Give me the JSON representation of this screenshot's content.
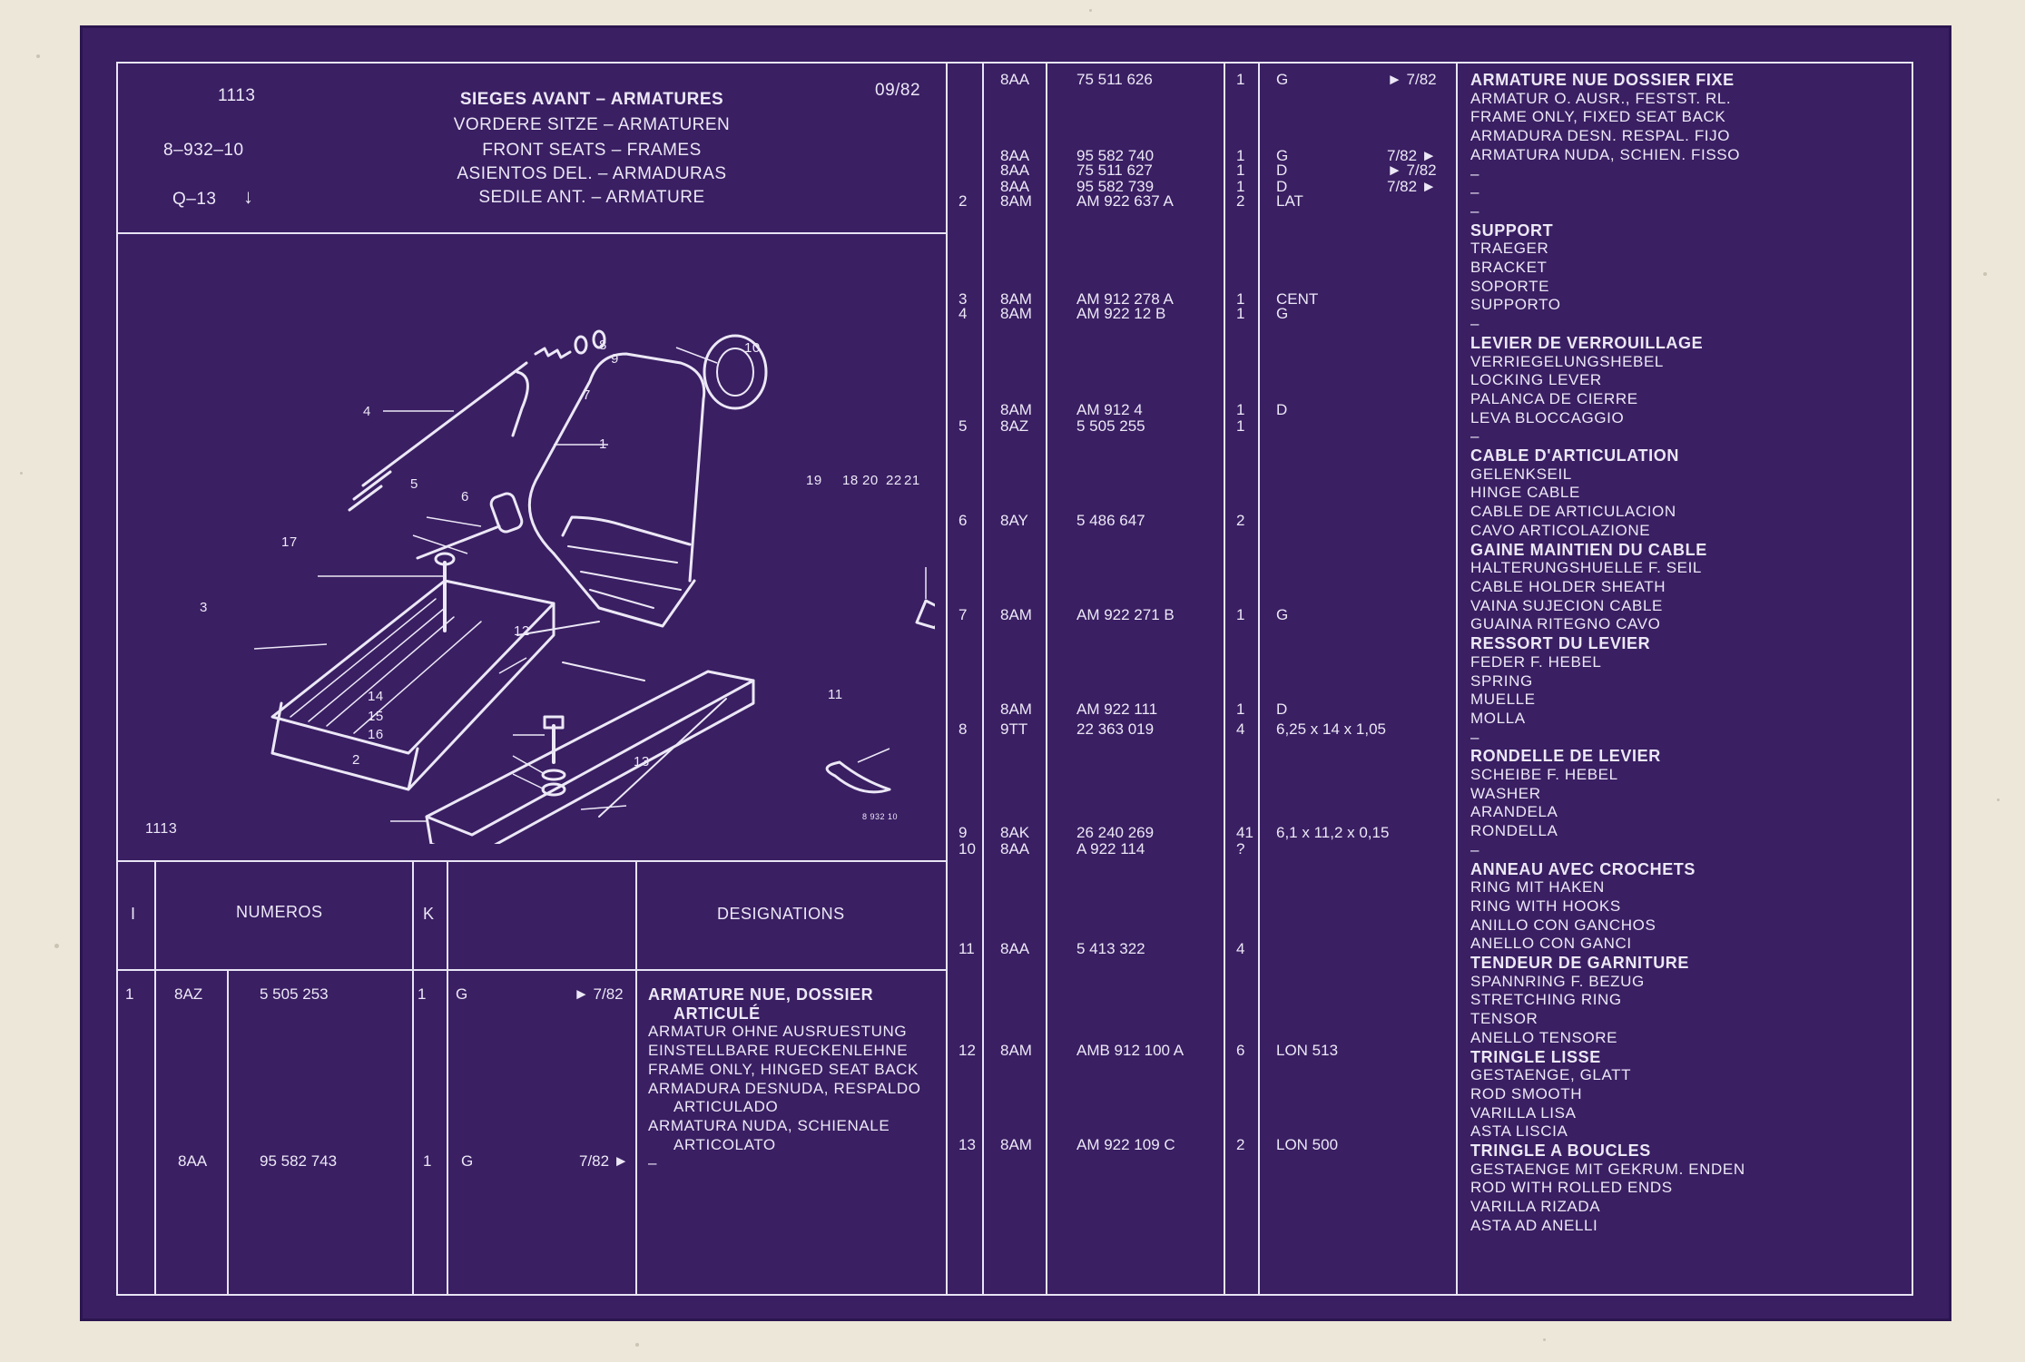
{
  "header": {
    "page": "1113",
    "ref": "8–932–10",
    "code": "Q–13",
    "code_arrow": "↓",
    "date": "09/82",
    "titles": [
      "SIEGES AVANT – ARMATURES",
      "VORDERE SITZE – ARMATUREN",
      "FRONT SEATS – FRAMES",
      "ASIENTOS DEL. – ARMADURAS",
      "SEDILE ANT. – ARMATURE"
    ]
  },
  "figure": {
    "page_label": "1113",
    "drawing_ref": "8 932 10",
    "callouts": [
      "1",
      "2",
      "3",
      "4",
      "5",
      "6",
      "7",
      "8",
      "9",
      "10",
      "11",
      "12",
      "13",
      "14",
      "15",
      "16",
      "17",
      "18",
      "19",
      "20",
      "21",
      "22"
    ]
  },
  "table_header": {
    "i": "I",
    "numeros": "NUMEROS",
    "k": "K",
    "designations": "DESIGNATIONS"
  },
  "left_rows": [
    {
      "i": "1",
      "prefix": "8AZ",
      "number": "5 505 253",
      "k": "1",
      "var": "G",
      "date": "► 7/82"
    },
    {
      "i": "",
      "prefix": "8AA",
      "number": "95 582 743",
      "k": "1",
      "var": "G",
      "date": "7/82 ►"
    }
  ],
  "left_desc": {
    "title1": "ARMATURE NUE, DOSSIER",
    "title2": "ARTICULÉ",
    "lines": [
      "ARMATUR OHNE AUSRUESTUNG",
      "EINSTELLBARE RUECKENLEHNE",
      "FRAME ONLY, HINGED SEAT BACK",
      "ARMADURA DESNUDA, RESPALDO",
      "ARTICULADO",
      "ARMATURA NUDA, SCHIENALE",
      "ARTICOLATO"
    ],
    "dash": "–"
  },
  "right_rows": [
    {
      "i": "",
      "prefix": "8AA",
      "number": "75 511 626",
      "k": "1",
      "var": "G",
      "date": "► 7/82"
    },
    {
      "i": "",
      "prefix": "8AA",
      "number": "95 582 740",
      "k": "1",
      "var": "G",
      "date": "7/82 ►"
    },
    {
      "i": "",
      "prefix": "8AA",
      "number": "75 511 627",
      "k": "1",
      "var": "D",
      "date": "► 7/82"
    },
    {
      "i": "",
      "prefix": "8AA",
      "number": "95 582 739",
      "k": "1",
      "var": "D",
      "date": "7/82 ►"
    },
    {
      "i": "2",
      "prefix": "8AM",
      "number": "AM 922 637 A",
      "k": "2",
      "var": "LAT",
      "date": ""
    },
    {
      "i": "3",
      "prefix": "8AM",
      "number": "AM 912 278 A",
      "k": "1",
      "var": "CENT",
      "date": ""
    },
    {
      "i": "4",
      "prefix": "8AM",
      "number": "AM 922    12 B",
      "k": "1",
      "var": "G",
      "date": ""
    },
    {
      "i": "",
      "prefix": "8AM",
      "number": "AM 912     4",
      "k": "1",
      "var": "D",
      "date": ""
    },
    {
      "i": "5",
      "prefix": "8AZ",
      "number": "5 505 255",
      "k": "1",
      "var": "",
      "date": ""
    },
    {
      "i": "6",
      "prefix": "8AY",
      "number": "5 486 647",
      "k": "2",
      "var": "",
      "date": ""
    },
    {
      "i": "7",
      "prefix": "8AM",
      "number": "AM 922 271 B",
      "k": "1",
      "var": "G",
      "date": ""
    },
    {
      "i": "",
      "prefix": "8AM",
      "number": "AM 922 111",
      "k": "1",
      "var": "D",
      "date": ""
    },
    {
      "i": "8",
      "prefix": "9TT",
      "number": "22 363 019",
      "k": "4",
      "var": "6,25 x 14 x 1,05",
      "date": ""
    },
    {
      "i": "9",
      "prefix": "8AK",
      "number": "26 240 269",
      "k": "41",
      "var": "6,1 x 11,2 x 0,15",
      "date": ""
    },
    {
      "i": "10",
      "prefix": "8AA",
      "number": "A 922 114",
      "k": "?",
      "var": "",
      "date": ""
    },
    {
      "i": "11",
      "prefix": "8AA",
      "number": "5 413 322",
      "k": "4",
      "var": "",
      "date": ""
    },
    {
      "i": "12",
      "prefix": "8AM",
      "number": "AMB 912 100 A",
      "k": "6",
      "var": "LON 513",
      "date": ""
    },
    {
      "i": "13",
      "prefix": "8AM",
      "number": "AM 922 109 C",
      "k": "2",
      "var": "LON 500",
      "date": ""
    }
  ],
  "right_desc": [
    {
      "b": "ARMATURE NUE DOSSIER FIXE"
    },
    {
      "t": "ARMATUR O. AUSR., FESTST. RL."
    },
    {
      "t": "FRAME ONLY, FIXED SEAT BACK"
    },
    {
      "t": "ARMADURA DESN. RESPAL. FIJO"
    },
    {
      "t": "ARMATURA NUDA, SCHIEN. FISSO"
    },
    {
      "t": "–"
    },
    {
      "t": "–"
    },
    {
      "t": "–"
    },
    {
      "b": "SUPPORT"
    },
    {
      "t": "TRAEGER"
    },
    {
      "t": "BRACKET"
    },
    {
      "t": "SOPORTE"
    },
    {
      "t": "SUPPORTO"
    },
    {
      "t": "–"
    },
    {
      "b": "LEVIER DE VERROUILLAGE"
    },
    {
      "t": "VERRIEGELUNGSHEBEL"
    },
    {
      "t": "LOCKING LEVER"
    },
    {
      "t": "PALANCA DE CIERRE"
    },
    {
      "t": "LEVA BLOCCAGGIO"
    },
    {
      "t": "–"
    },
    {
      "b": "CABLE D'ARTICULATION"
    },
    {
      "t": "GELENKSEIL"
    },
    {
      "t": "HINGE CABLE"
    },
    {
      "t": "CABLE DE ARTICULACION"
    },
    {
      "t": "CAVO ARTICOLAZIONE"
    },
    {
      "b": "GAINE MAINTIEN DU CABLE"
    },
    {
      "t": "HALTERUNGSHUELLE F. SEIL"
    },
    {
      "t": "CABLE HOLDER SHEATH"
    },
    {
      "t": "VAINA SUJECION CABLE"
    },
    {
      "t": "GUAINA RITEGNO CAVO"
    },
    {
      "b": "RESSORT DU LEVIER"
    },
    {
      "t": "FEDER F. HEBEL"
    },
    {
      "t": "SPRING"
    },
    {
      "t": "MUELLE"
    },
    {
      "t": "MOLLA"
    },
    {
      "t": "–"
    },
    {
      "b": "RONDELLE DE LEVIER"
    },
    {
      "t": "SCHEIBE F. HEBEL"
    },
    {
      "t": "WASHER"
    },
    {
      "t": "ARANDELA"
    },
    {
      "t": "RONDELLA"
    },
    {
      "t": "–"
    },
    {
      "b": "ANNEAU AVEC CROCHETS"
    },
    {
      "t": "RING MIT HAKEN"
    },
    {
      "t": "RING WITH HOOKS"
    },
    {
      "t": "ANILLO CON GANCHOS"
    },
    {
      "t": "ANELLO CON GANCI"
    },
    {
      "b": "TENDEUR DE GARNITURE"
    },
    {
      "t": "SPANNRING F. BEZUG"
    },
    {
      "t": "STRETCHING RING"
    },
    {
      "t": "TENSOR"
    },
    {
      "t": "ANELLO TENSORE"
    },
    {
      "b": "TRINGLE LISSE"
    },
    {
      "t": "GESTAENGE, GLATT"
    },
    {
      "t": "ROD SMOOTH"
    },
    {
      "t": "VARILLA LISA"
    },
    {
      "t": "ASTA LISCIA"
    },
    {
      "b": "TRINGLE A BOUCLES"
    },
    {
      "t": "GESTAENGE MIT GEKRUM. ENDEN"
    },
    {
      "t": "ROD WITH ROLLED ENDS"
    },
    {
      "t": "VARILLA RIZADA"
    },
    {
      "t": "ASTA AD ANELLI"
    }
  ],
  "colors": {
    "film": "#3a1f63",
    "ink": "#ece8f6",
    "background": "#ece7d8"
  }
}
